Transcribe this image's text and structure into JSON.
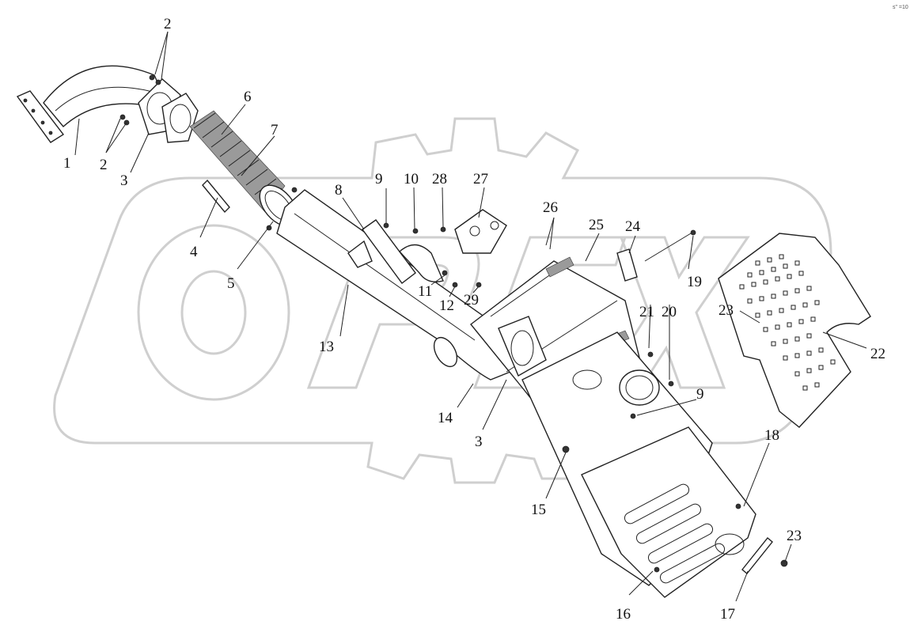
{
  "watermark": {
    "text": "OPEX"
  },
  "corner_mark": "s\" =10",
  "callouts": [
    {
      "id": "c2a",
      "text": "2"
    },
    {
      "id": "c2b",
      "text": "2"
    },
    {
      "id": "c1",
      "text": "1"
    },
    {
      "id": "c3a",
      "text": "3"
    },
    {
      "id": "c6",
      "text": "6"
    },
    {
      "id": "c7",
      "text": "7"
    },
    {
      "id": "c4",
      "text": "4"
    },
    {
      "id": "c5",
      "text": "5"
    },
    {
      "id": "c8",
      "text": "8"
    },
    {
      "id": "c9a",
      "text": "9"
    },
    {
      "id": "c10",
      "text": "10"
    },
    {
      "id": "c28",
      "text": "28"
    },
    {
      "id": "c27",
      "text": "27"
    },
    {
      "id": "c26",
      "text": "26"
    },
    {
      "id": "c25",
      "text": "25"
    },
    {
      "id": "c24",
      "text": "24"
    },
    {
      "id": "c19",
      "text": "19"
    },
    {
      "id": "c11",
      "text": "11"
    },
    {
      "id": "c12",
      "text": "12"
    },
    {
      "id": "c29",
      "text": "29"
    },
    {
      "id": "c13",
      "text": "13"
    },
    {
      "id": "c21",
      "text": "21"
    },
    {
      "id": "c20",
      "text": "20"
    },
    {
      "id": "c23a",
      "text": "23"
    },
    {
      "id": "c22",
      "text": "22"
    },
    {
      "id": "c14",
      "text": "14"
    },
    {
      "id": "c3b",
      "text": "3"
    },
    {
      "id": "c9b",
      "text": "9"
    },
    {
      "id": "c18",
      "text": "18"
    },
    {
      "id": "c15",
      "text": "15"
    },
    {
      "id": "c23b",
      "text": "23"
    },
    {
      "id": "c16",
      "text": "16"
    },
    {
      "id": "c17",
      "text": "17"
    }
  ]
}
